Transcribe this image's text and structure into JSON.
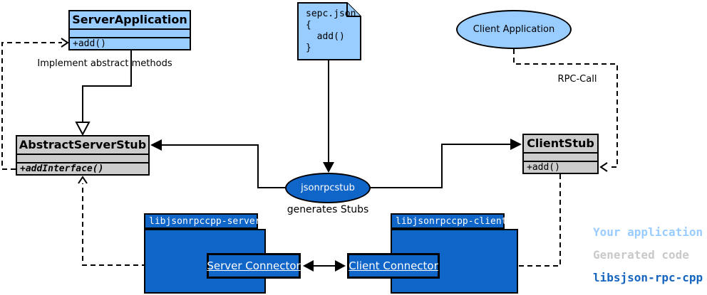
{
  "colors": {
    "light_blue": "#99CCFF",
    "brand_blue": "#1065C8",
    "gray_fill": "#CCCCCC",
    "legend_your_application": "#99CCFF",
    "legend_generated_code": "#C9C9C9",
    "legend_libjsonrpccpp": "#1565C0"
  },
  "classes": {
    "server_application": {
      "name": "ServerApplication",
      "method": "+add()"
    },
    "abstract_server_stub": {
      "name": "AbstractServerStub",
      "method": "+addInterface()"
    },
    "client_stub": {
      "name": "ClientStub",
      "method": "+add()"
    }
  },
  "note": {
    "lines": [
      "sepc.json",
      "{",
      "  add()",
      "}"
    ]
  },
  "ellipses": {
    "client_application": {
      "label": "Client Application"
    },
    "jsonrpcstub": {
      "label": "jsonrpcstub"
    }
  },
  "labels": {
    "implement_abstract_methods": "Implement abstract methods",
    "rpc_call": "RPC-Call",
    "generates_stubs": "generates Stubs"
  },
  "packages": {
    "server": {
      "name": "libjsonrpccpp-server",
      "connector": "Server Connector"
    },
    "client": {
      "name": "libjsonrpccpp-client",
      "connector": "Client Connector"
    }
  },
  "legend": [
    {
      "label": "Your application",
      "color": "#99CCFF"
    },
    {
      "label": "Generated code",
      "color": "#C9C9C9"
    },
    {
      "label": "libsjson-rpc-cpp",
      "color": "#1565C0"
    }
  ]
}
